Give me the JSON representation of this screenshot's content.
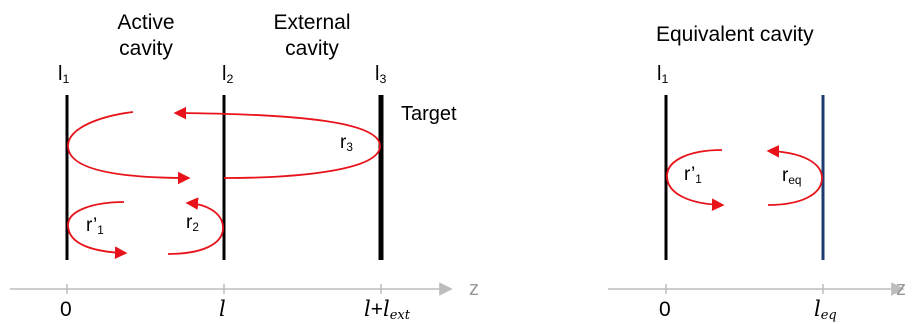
{
  "left_panel": {
    "section_active": [
      "Active",
      "cavity"
    ],
    "section_external": [
      "External",
      "cavity"
    ],
    "mirrors": [
      {
        "label": "l",
        "sub": "1"
      },
      {
        "label": "l",
        "sub": "2"
      },
      {
        "label": "l",
        "sub": "3"
      }
    ],
    "target_label": "Target",
    "reflections": {
      "r1_prime": {
        "base": "r’",
        "sub": "1"
      },
      "r2": {
        "base": "r",
        "sub": "2"
      },
      "r3": {
        "base": "r",
        "sub": "3"
      }
    },
    "axis_ticks": [
      {
        "plain": "0"
      },
      {
        "italic": "l"
      },
      {
        "italic": "l",
        "plain": "+",
        "italic2": "l",
        "sub": "ext"
      }
    ],
    "axis_name": "z"
  },
  "right_panel": {
    "title": "Equivalent cavity",
    "mirror": {
      "label": "l",
      "sub": "1"
    },
    "reflections": {
      "r1_prime": {
        "base": "r’",
        "sub": "1"
      },
      "req": {
        "base": "r",
        "sub": "eq"
      }
    },
    "axis_ticks": [
      {
        "plain": "0"
      },
      {
        "italic": "l",
        "sub": "eq"
      }
    ],
    "axis_name": "z"
  },
  "colors": {
    "mirror": "#000000",
    "equivalent_mirror": "#1f3b73",
    "beam": "#e8131a",
    "axis": "#bdbdbd"
  }
}
